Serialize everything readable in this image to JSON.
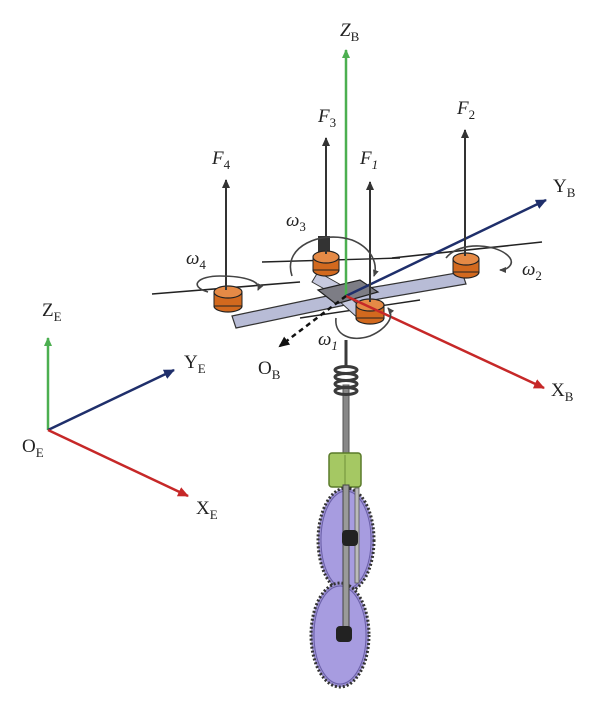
{
  "labels": {
    "zb": {
      "main": "Z",
      "sub": "B"
    },
    "yb": {
      "main": "Y",
      "sub": "B"
    },
    "xb": {
      "main": "X",
      "sub": "B"
    },
    "ob": {
      "main": "O",
      "sub": "B"
    },
    "ze": {
      "main": "Z",
      "sub": "E"
    },
    "ye": {
      "main": "Y",
      "sub": "E"
    },
    "xe": {
      "main": "X",
      "sub": "E"
    },
    "oe": {
      "main": "O",
      "sub": "E"
    },
    "f1": {
      "main": "F",
      "sub": "1"
    },
    "f2": {
      "main": "F",
      "sub": "2"
    },
    "f3": {
      "main": "F",
      "sub": "3"
    },
    "f4": {
      "main": "F",
      "sub": "4"
    },
    "w1": {
      "main": "ω",
      "sub": "1"
    },
    "w2": {
      "main": "ω",
      "sub": "2"
    },
    "w3": {
      "main": "ω",
      "sub": "3"
    },
    "w4": {
      "main": "ω",
      "sub": "4"
    }
  },
  "colors": {
    "z_axis": "#4caf50",
    "y_axis": "#1f2f6b",
    "x_axis": "#c62828",
    "force": "#333333",
    "motor": "#d2691e",
    "arm": "#b8bcd6",
    "wheel": "#9a8fd0",
    "coupler": "#a5c863",
    "spring": "#3a3a3a"
  }
}
